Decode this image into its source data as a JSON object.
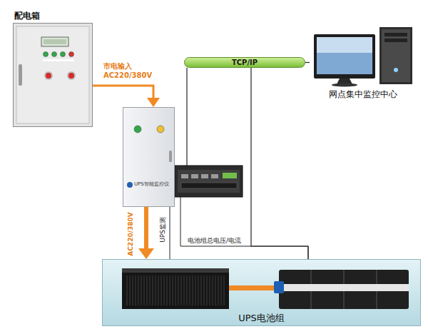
{
  "diagram": {
    "nodes": [
      {
        "text": [
          "配电箱"
        ]
      },
      {
        "text": [
          "TCP/IP"
        ]
      },
      {
        "text": [
          "网点集中监控中心"
        ]
      },
      {
        "text": [
          "UPS智能监控仪"
        ]
      },
      {
        "text": [
          "UPS电池组"
        ]
      }
    ],
    "edges": [
      {
        "from": 0,
        "to": 3,
        "label": "市电输入 AC220/380V",
        "arrow": "to"
      },
      {
        "from": 3,
        "to": 4,
        "label": "AC220/380V",
        "arrow": "to"
      },
      {
        "from": 3,
        "to": 4,
        "label": "UPS监测",
        "arrow": "none"
      },
      {
        "from": 3,
        "to": 4,
        "label": "电池组总电压/电流",
        "arrow": "none"
      },
      {
        "from": 3,
        "to": 1,
        "arrow": "none"
      },
      {
        "from": 1,
        "to": 2,
        "arrow": "none"
      },
      {
        "from": 1,
        "to": 4,
        "arrow": "none"
      }
    ]
  }
}
